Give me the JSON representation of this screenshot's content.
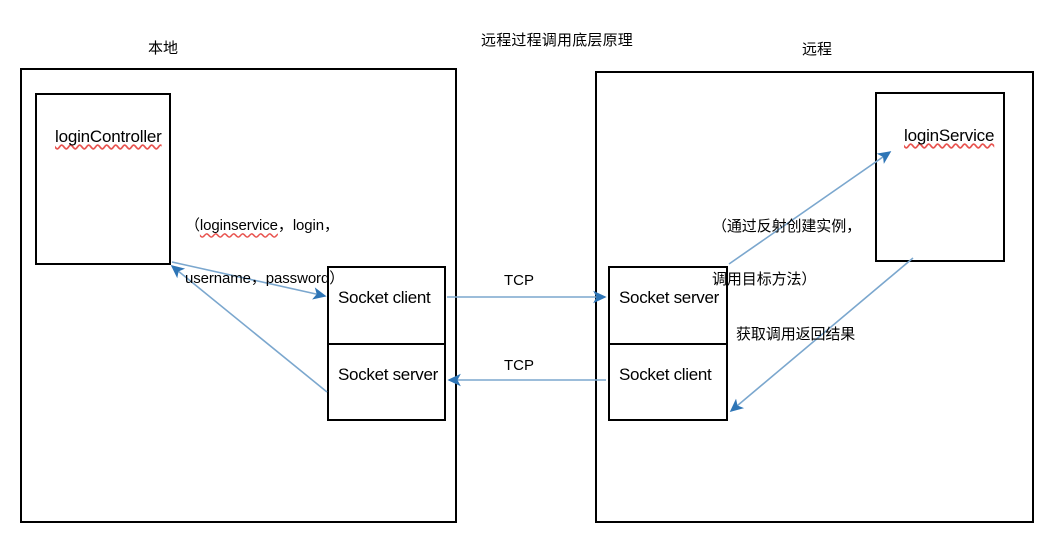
{
  "diagram": {
    "title": "远程过程调用底层原理",
    "colors": {
      "arrow": "#7BA7CE",
      "arrow_head": "#2E75B6",
      "box_border": "#000000",
      "text": "#000000",
      "spellcheck_underline": "#E8534F",
      "background": "#FFFFFF"
    },
    "zones": [
      {
        "id": "local",
        "label": "本地"
      },
      {
        "id": "remote",
        "label": "远程"
      }
    ],
    "nodes": [
      {
        "id": "login-controller",
        "label": "loginController",
        "zone": "local",
        "spellchecked": true
      },
      {
        "id": "local-socket-client",
        "label": "Socket client",
        "zone": "local",
        "spellchecked": false
      },
      {
        "id": "local-socket-server",
        "label": "Socket server",
        "zone": "local",
        "spellchecked": false
      },
      {
        "id": "remote-socket-server",
        "label": "Socket server",
        "zone": "remote",
        "spellchecked": false
      },
      {
        "id": "remote-socket-client",
        "label": "Socket client",
        "zone": "remote",
        "spellchecked": false
      },
      {
        "id": "login-service",
        "label": "loginService",
        "zone": "remote",
        "spellchecked": true
      }
    ],
    "edges": [
      {
        "id": "controller-to-client",
        "from": "login-controller",
        "to": "local-socket-client",
        "label": "（loginservice，login，username，password）",
        "label_line1": "（loginservice，login，",
        "label_line2": "username，password）",
        "spell_word": "loginservice"
      },
      {
        "id": "local-server-to-controller",
        "from": "local-socket-server",
        "to": "login-controller",
        "label": ""
      },
      {
        "id": "tcp-request",
        "from": "local-socket-client",
        "to": "remote-socket-server",
        "label": "TCP"
      },
      {
        "id": "tcp-response",
        "from": "remote-socket-client",
        "to": "local-socket-server",
        "label": "TCP"
      },
      {
        "id": "server-to-service",
        "from": "remote-socket-server",
        "to": "login-service",
        "label": "（通过反射创建实例，调用目标方法）",
        "label_line1": "（通过反射创建实例，",
        "label_line2": "调用目标方法）"
      },
      {
        "id": "service-to-client",
        "from": "login-service",
        "to": "remote-socket-client",
        "label": "获取调用返回结果"
      }
    ]
  }
}
